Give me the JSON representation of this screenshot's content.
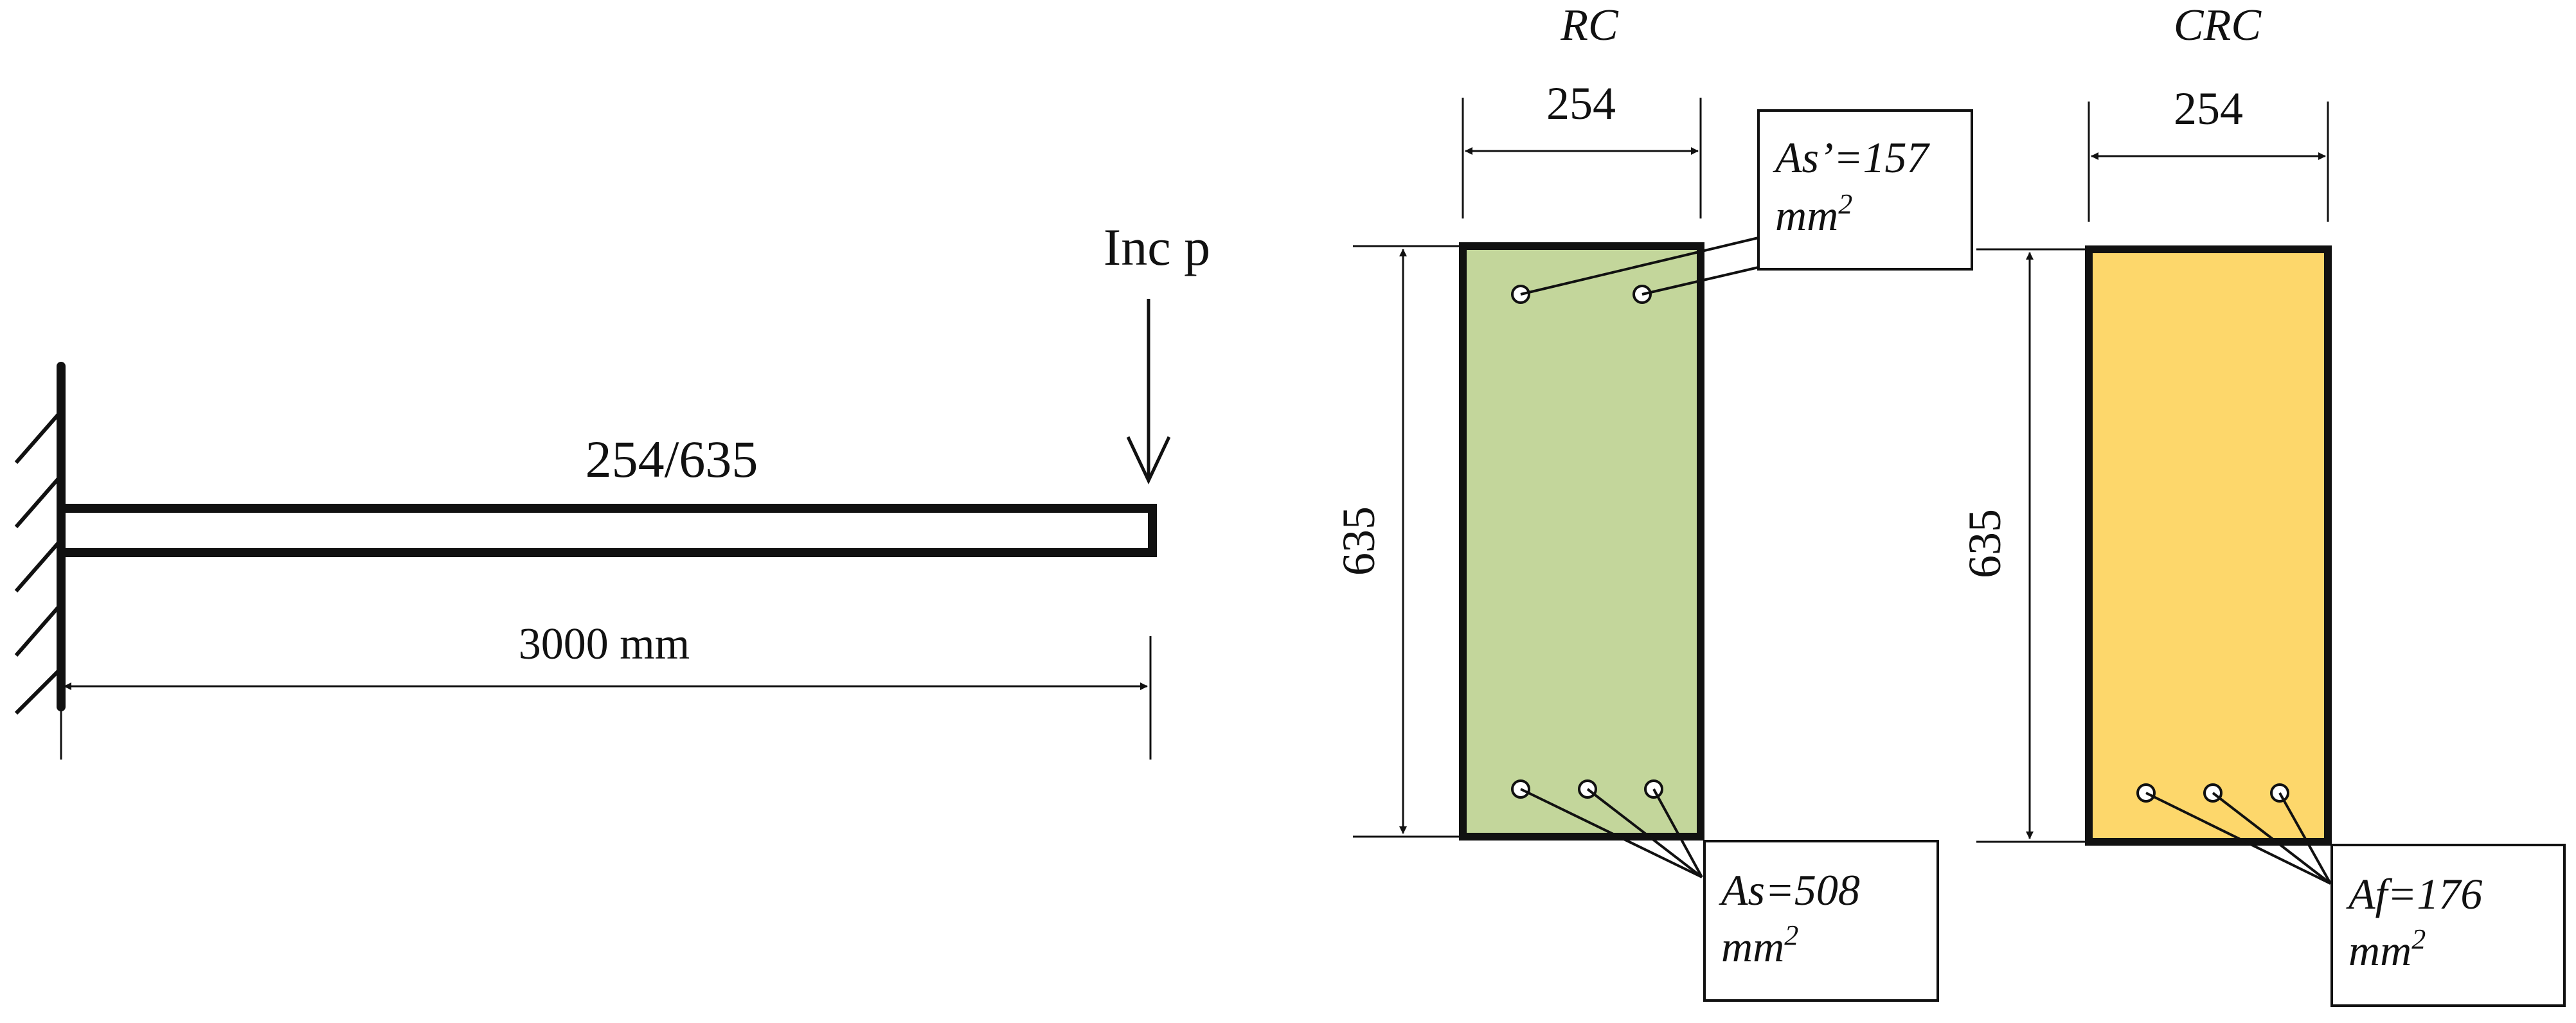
{
  "beam": {
    "load_label": "Inc p",
    "section_label": "254/635",
    "span_label": "3000 mm"
  },
  "sections": [
    {
      "id": "rc",
      "title": "RC",
      "width_label": "254",
      "height_label": "635",
      "fill_color": "#c3d69b",
      "top_bars": 2,
      "bottom_bars": 3,
      "callouts": [
        {
          "name": "top",
          "line1": "As’=157",
          "line2": "mm",
          "sup": "2"
        },
        {
          "name": "bottom",
          "line1": "As=508",
          "line2": "mm",
          "sup": "2"
        }
      ]
    },
    {
      "id": "crc",
      "title": "CRC",
      "width_label": "254",
      "height_label": "635",
      "fill_color": "#fdd76b",
      "top_bars": 0,
      "bottom_bars": 3,
      "callouts": [
        {
          "name": "bottom",
          "line1": "Af=176",
          "line2": "mm",
          "sup": "2"
        }
      ]
    }
  ],
  "colors": {
    "line": "#111111",
    "background": "#ffffff"
  }
}
